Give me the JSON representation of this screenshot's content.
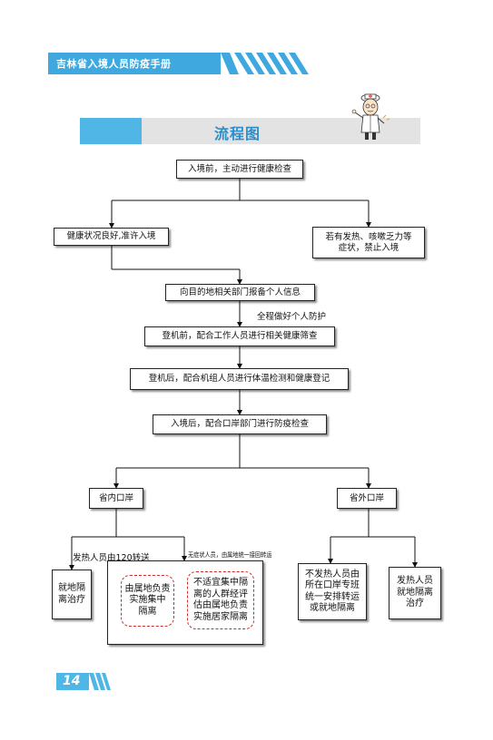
{
  "header": {
    "title": "吉林省入境人员防疫手册"
  },
  "section": {
    "title": "流程图"
  },
  "page": {
    "number": "14"
  },
  "colors": {
    "accent": "#4fb6e6",
    "header_bar": "#3fa9df",
    "gray_band": "#e3e3e3"
  },
  "icons": {
    "doctor": "doctor-mascot-icon"
  },
  "flow": {
    "start": "入境前，主动进行健康检查",
    "healthy": "健康状况良好,准许入境",
    "symptoms": "若有发热、咳嗽乏力等\n症状，禁止入境",
    "report": "向目的地相关部门报备个人信息",
    "protect_note": "全程做好个人防护",
    "pre_boarding": "登机前，配合工作人员进行相关健康筛查",
    "post_boarding": "登机后，配合机组人员进行体温检测和健康登记",
    "arrival": "入境后，配合口岸部门进行防疫检查",
    "domestic_port": "省内口岸",
    "foreign_port": "省外口岸",
    "fever_120_note": "发热人员由120转送",
    "no_symptom_note": "无症状人员，由属地统一接回转运",
    "local_treat": "就地隔\n离治疗",
    "central_isolation": "由属地负责\n实施集中\n隔离",
    "home_isolation": "不适宜集中隔\n离的人群经评\n估由属地负责\n实施居家隔离",
    "non_fever": "不发热人员由\n所在口岸专班\n统一安排转运\n或就地隔离",
    "fever_local": "发热人员\n就地隔离\n治疗"
  }
}
